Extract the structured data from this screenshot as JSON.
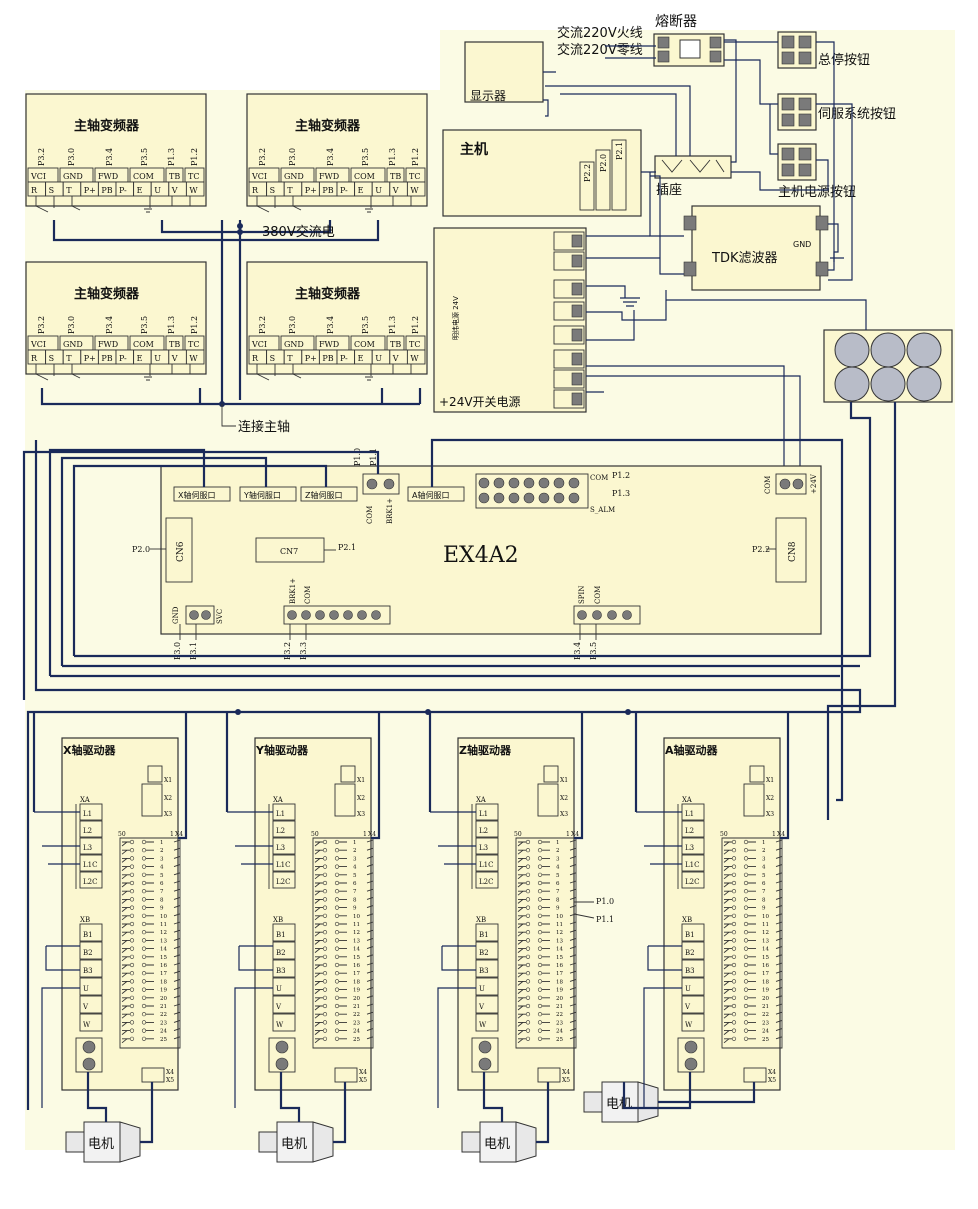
{
  "ac": {
    "live": "交流220V火线",
    "neutral": "交流220V零线",
    "fuse": "熔断器"
  },
  "buttons": {
    "estop": "总停按钮",
    "servo": "伺服系统按钮",
    "host_power": "主机电源按钮"
  },
  "display": "显示器",
  "host": {
    "label": "主机",
    "p22": "P2.2",
    "p20": "P2.0",
    "p21": "P2.1"
  },
  "socket": "插座",
  "filter": {
    "label": "TDK滤波器",
    "gnd": "GND"
  },
  "psu": {
    "label": "+24V开关电源",
    "side": "明纬电源 24V"
  },
  "vfd": {
    "title": "主轴变频器",
    "top": [
      "P3.2",
      "P3.0",
      "P3.4",
      "P3.5",
      "P1.3",
      "P1.2"
    ],
    "mid": [
      "VCI",
      "GND",
      "FWD",
      "COM",
      "TB",
      "TC"
    ],
    "bot": [
      "R",
      "S",
      "T",
      "P+",
      "PB",
      "P-",
      "E",
      "U",
      "V",
      "W"
    ]
  },
  "labels": {
    "ac380": "380V交流电",
    "spindle": "连接主轴"
  },
  "board": {
    "name": "EX4A2",
    "x_if": "X轴伺服口",
    "y_if": "Y轴伺服口",
    "z_if": "Z轴伺服口",
    "a_if": "A轴伺服口",
    "p10": "P1.0",
    "p11": "P1.1",
    "com": "COM",
    "brk": "BRK1+",
    "p12": "P1.2",
    "p13": "P1.3",
    "salm": "S_ALM",
    "v24": "+24V",
    "cn6": "CN6",
    "cn7": "CN7",
    "cn8": "CN8",
    "p20": "P2.0",
    "p21": "P2.1",
    "p22": "P2.2",
    "gnd": "GND",
    "svc": "SVC",
    "spin": "SPIN",
    "p30": "P3.0",
    "p31": "P3.1",
    "p32": "P3.2",
    "p33": "P3.3",
    "p34": "P3.4",
    "p35": "P3.5"
  },
  "drivers": {
    "titles": [
      "X轴驱动器",
      "Y轴驱动器",
      "Z轴驱动器",
      "A轴驱动器"
    ],
    "xa": "XA",
    "xb": "XB",
    "pa": [
      "L1",
      "L2",
      "L3",
      "L1C",
      "L2C"
    ],
    "pb": [
      "B1",
      "B2",
      "B3",
      "U",
      "V",
      "W"
    ],
    "x1": "X1",
    "x2": "X2",
    "x3": "X3",
    "x4": "X4",
    "x5": "X5",
    "n50": "50",
    "n1": "1",
    "nums": [
      "1",
      "2",
      "3",
      "4",
      "5",
      "6",
      "7",
      "8",
      "9",
      "10",
      "11",
      "12",
      "13",
      "14",
      "15",
      "16",
      "17",
      "18",
      "19",
      "20",
      "21",
      "22",
      "23",
      "24",
      "25"
    ],
    "z_p10": "P1.0",
    "z_p11": "P1.1"
  },
  "motor": "电机"
}
